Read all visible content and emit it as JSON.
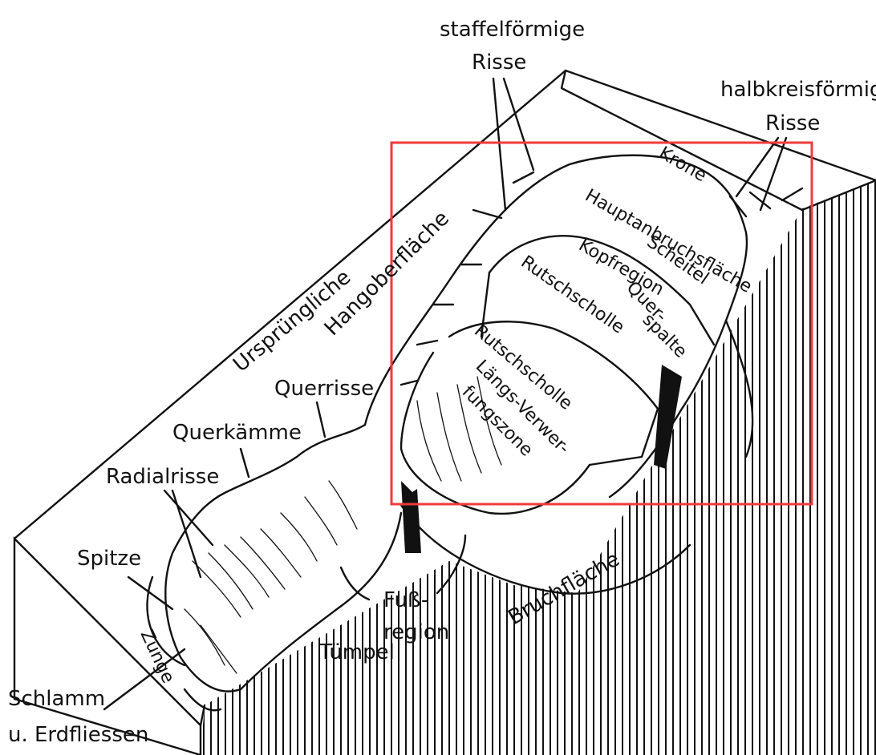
{
  "labels": {
    "staffel_1": "staffelförmige",
    "staffel_2": "Risse",
    "halbkreis_1": "halbkreisförmige",
    "halbkreis_2": "Risse",
    "krone": "Krone",
    "hauptanbruch": "Hauptanbruchsfläche",
    "scheitel": "Scheitel",
    "kopfregion": "Kopfregion",
    "querspalte_1": "Quer-",
    "querspalte_2": "spalte",
    "rutschscholle_1": "Rutschscholle",
    "rutschscholle_2": "Rutschscholle",
    "laengs_1": "Längs-Verwer-",
    "laengs_2": "fungszone",
    "hang_1": "Ursprüngliche",
    "hang_2": "Hangoberfläche",
    "querrisse": "Querrisse",
    "querkaemme": "Querkämme",
    "radialrisse": "Radialrisse",
    "spitze": "Spitze",
    "zunge": "Zunge",
    "fuss_1": "Fuß-",
    "fuss_2": "region",
    "tuempel": "Tümpel",
    "bruchflaeche": "Bruchfläche",
    "schlamm_1": "Schlamm",
    "schlamm_2": "u. Erdfliessen"
  },
  "highlight": {
    "color": "#ef3b3b"
  }
}
